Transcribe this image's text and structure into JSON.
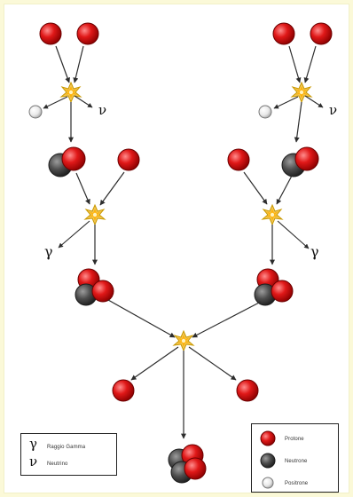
{
  "labels": {
    "gamma": "γ",
    "nu": "ν"
  },
  "legend_left": {
    "gamma_label": "Raggio Gamma",
    "nu_label": "Neutrino"
  },
  "legend_right": {
    "proton_label": "Protone",
    "neutron_label": "Neutrone",
    "positron_label": "Positrone"
  },
  "colors": {
    "proton": "#e01818",
    "neutron": "#4a4a4a",
    "positron": "#f0f0f0",
    "burst": "#e6a400",
    "arrow": "#2d2d2d",
    "background": "#fbf9d8"
  }
}
